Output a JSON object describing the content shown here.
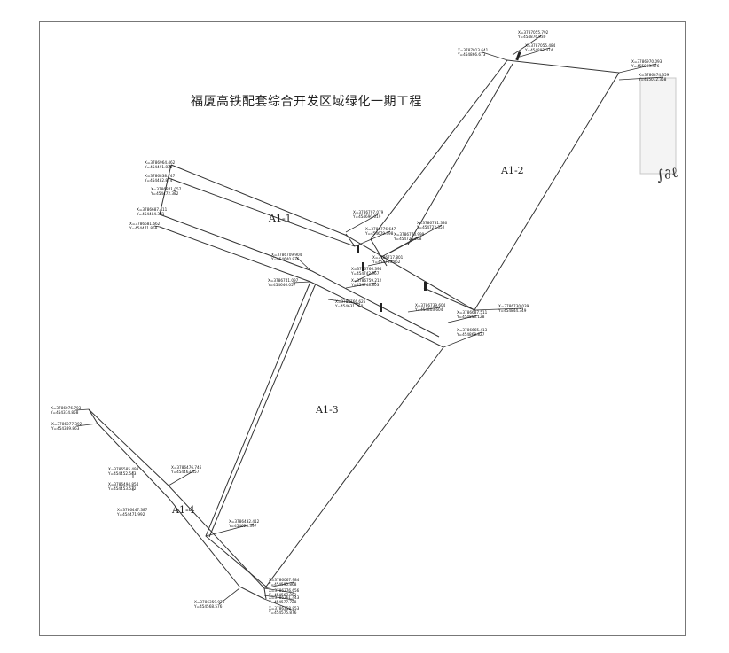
{
  "title": "福厦高铁配套综合开发区域绿化一期工程",
  "zones": [
    "A1-1",
    "A1-2",
    "A1-3",
    "A1-4"
  ],
  "coords": [
    {
      "x": "X=3786964.462",
      "y": "Y=454491.830"
    },
    {
      "x": "X=3786838.747",
      "y": "Y=454482.874"
    },
    {
      "x": "X=3786841.057",
      "y": "Y=454472.382"
    },
    {
      "x": "X=3786687.411",
      "y": "Y=454484.381"
    },
    {
      "x": "X=3786681.662",
      "y": "Y=454471.858"
    },
    {
      "x": "X=3786797.079",
      "y": "Y=454690.019"
    },
    {
      "x": "X=3786776.647",
      "y": "Y=454679.398"
    },
    {
      "x": "X=3786781.330",
      "y": "Y=454722.352"
    },
    {
      "x": "X=3786773.999",
      "y": "Y=454723.268"
    },
    {
      "x": "X=3786717.801",
      "y": "Y=454703.862"
    },
    {
      "x": "X=3786766.394",
      "y": "Y=454742.967"
    },
    {
      "x": "X=3786759.212",
      "y": "Y=454748.803"
    },
    {
      "x": "X=3786739.604",
      "y": "Y=454803.604"
    },
    {
      "x": "X=3786709.904",
      "y": "Y=454640.836"
    },
    {
      "x": "X=3786741.097",
      "y": "Y=454646.057"
    },
    {
      "x": "X=3786766.626",
      "y": "Y=454631.769"
    },
    {
      "x": "X=3787013.641",
      "y": "Y=454866.673"
    },
    {
      "x": "X=3787055.792",
      "y": "Y=454876.930"
    },
    {
      "x": "X=3787055.484",
      "y": "Y=454892.374"
    },
    {
      "x": "X=3786970.093",
      "y": "Y=455083.476"
    },
    {
      "x": "X=3786874.359",
      "y": "Y=455032.358"
    },
    {
      "x": "X=3786687.511",
      "y": "Y=454858.128"
    },
    {
      "x": "X=3786730.039",
      "y": "Y=454844.349"
    },
    {
      "x": "X=3786665.413",
      "y": "Y=454868.827"
    },
    {
      "x": "X=3786076.793",
      "y": "Y=454374.858"
    },
    {
      "x": "X=3786077.392",
      "y": "Y=454389.863"
    },
    {
      "x": "X=3786476.746",
      "y": "Y=454463.457"
    },
    {
      "x": "X=3786585.498",
      "y": "Y=454452.543"
    },
    {
      "x": "X=3786494.854",
      "y": "Y=454453.532"
    },
    {
      "x": "X=3786447.387",
      "y": "Y=454471.992"
    },
    {
      "x": "X=3786432.412",
      "y": "Y=454628.397"
    },
    {
      "x": "X=3786067.984",
      "y": "Y=454590.868"
    },
    {
      "x": "X=3786376.656",
      "y": "Y=454567.902"
    },
    {
      "x": "X=3786361.443",
      "y": "Y=454577.728"
    },
    {
      "x": "X=3786358.853",
      "y": "Y=454575.876"
    },
    {
      "x": "X=3786359.971",
      "y": "Y=454568.576"
    }
  ]
}
